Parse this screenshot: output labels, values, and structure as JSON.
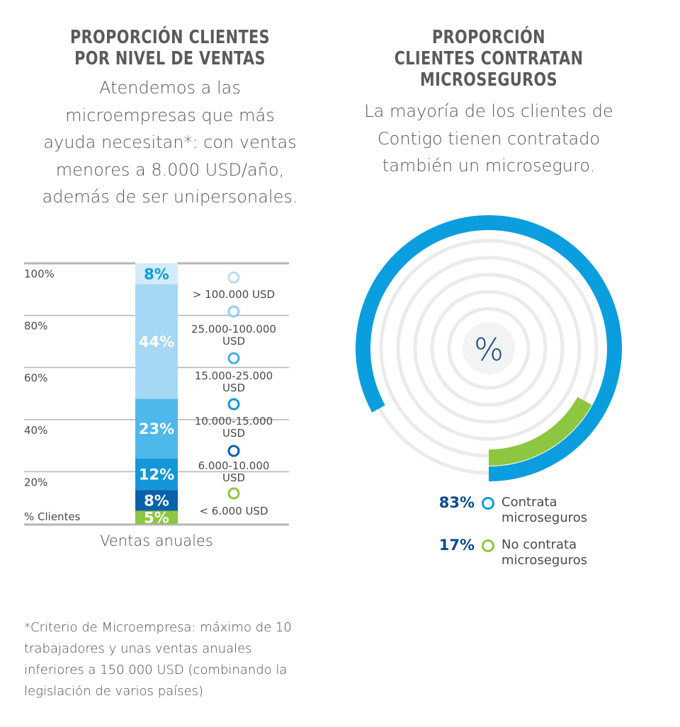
{
  "left": {
    "title_line1": "PROPORCIÓN CLIENTES",
    "title_line2": "POR NIVEL DE VENTAS",
    "intro": "Atendemos a las microempresas que más ayuda necesitan*: con ventas menores a 8.000 USD/año, además de ser unipersonales."
  },
  "right": {
    "title_line1": "PROPORCIÓN",
    "title_line2": "CLIENTES CONTRATAN",
    "title_line3": "MICROSEGUROS",
    "intro": "La mayoría de los clientes de Contigo tienen contratado también un microseguro.",
    "center_symbol": "%"
  },
  "footnote": "*Criterio de Microempresa: máximo de 10 trabajadores y unas ventas anuales inferiores a 150.000 USD (combinando la legislación de varios países)",
  "chart_data": [
    {
      "type": "bar",
      "stacked": true,
      "ylabel": "% Clientes",
      "xlabel": "Ventas anuales",
      "ylim": [
        0,
        100
      ],
      "yticks": [
        "20%",
        "40%",
        "60%",
        "80%",
        "100%"
      ],
      "categories": [
        "Ventas anuales"
      ],
      "series": [
        {
          "name": "< 6.000 USD",
          "value": 5,
          "label": "5%",
          "color": "#8dc63f"
        },
        {
          "name": "6.000-10.000 USD",
          "value": 8,
          "label": "8%",
          "color": "#0a62ab"
        },
        {
          "name": "10.000-15.000 USD",
          "value": 12,
          "label": "12%",
          "color": "#1497d8"
        },
        {
          "name": "15.000-25.000 USD",
          "value": 23,
          "label": "23%",
          "color": "#4db8ea"
        },
        {
          "name": "25.000-100.000 USD",
          "value": 44,
          "label": "44%",
          "color": "#a6d8f5"
        },
        {
          "name": "> 100.000 USD",
          "value": 8,
          "label": "8%",
          "color": "#d2ecfa"
        }
      ],
      "legend_text_lines": [
        [
          "> 100.000 USD"
        ],
        [
          "25.000-100.000",
          "USD"
        ],
        [
          "15.000-25.000",
          "USD"
        ],
        [
          "10.000-15.000",
          "USD"
        ],
        [
          "6.000-10.000",
          "USD"
        ],
        [
          "< 6.000 USD"
        ]
      ],
      "legend_ring_colors": [
        "#b6def6",
        "#8fcdf1",
        "#43afe7",
        "#1497d8",
        "#0a62ab",
        "#8dc63f"
      ]
    },
    {
      "type": "pie",
      "style": "radial",
      "series": [
        {
          "name": "Contrata microseguros",
          "value": 83,
          "label": "83%",
          "color": "#0a9ede"
        },
        {
          "name": "No contrata microseguros",
          "value": 17,
          "label": "17%",
          "color": "#8dc63f"
        }
      ]
    }
  ]
}
